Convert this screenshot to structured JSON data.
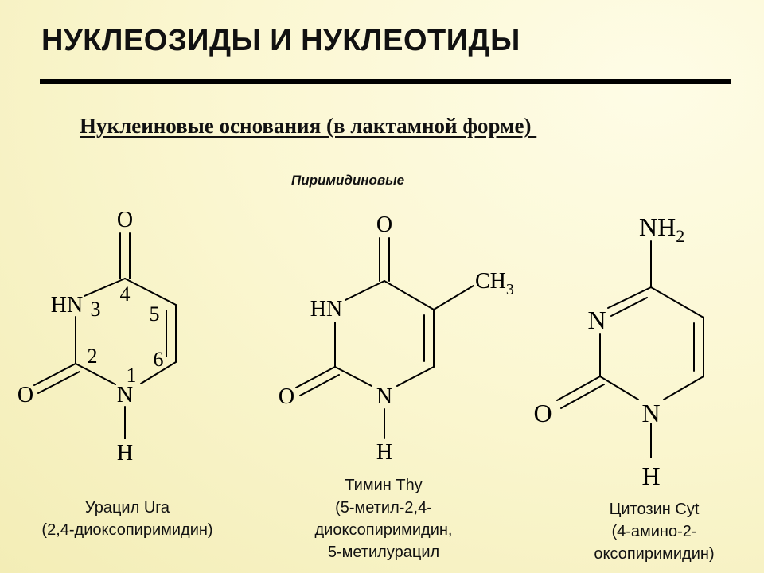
{
  "title": "НУКЛЕОЗИДЫ И НУКЛЕОТИДЫ",
  "subtitle": "Нуклеиновые основания (в лактамной форме) ",
  "section": "Пиримидиновые",
  "molecules": {
    "uracil": {
      "atoms": {
        "o_top": "O",
        "nh": "HN",
        "o_left": "O",
        "n1": "N",
        "h": "H"
      },
      "numbers": {
        "n1": "1",
        "n2": "2",
        "n3": "3",
        "n4": "4",
        "n5": "5",
        "n6": "6"
      },
      "caption": [
        "Урацил Ura",
        "(2,4-диоксопиримидин)"
      ]
    },
    "thymine": {
      "atoms": {
        "o_top": "O",
        "ch": "CH",
        "ch_sub": "3",
        "nh": "HN",
        "o_left": "O",
        "n1": "N",
        "h": "H"
      },
      "caption": [
        "Тимин Thy",
        "(5-метил-2,4-",
        "диоксопиримидин,",
        "5-метилурацил"
      ]
    },
    "cytosine": {
      "atoms": {
        "nh": "NH",
        "nh_sub": "2",
        "n3": "N",
        "o_left": "O",
        "n1": "N",
        "h": "H"
      },
      "caption": [
        "Цитозин Cyt",
        "(4-амино-2-",
        "оксопиримидин)"
      ]
    }
  }
}
